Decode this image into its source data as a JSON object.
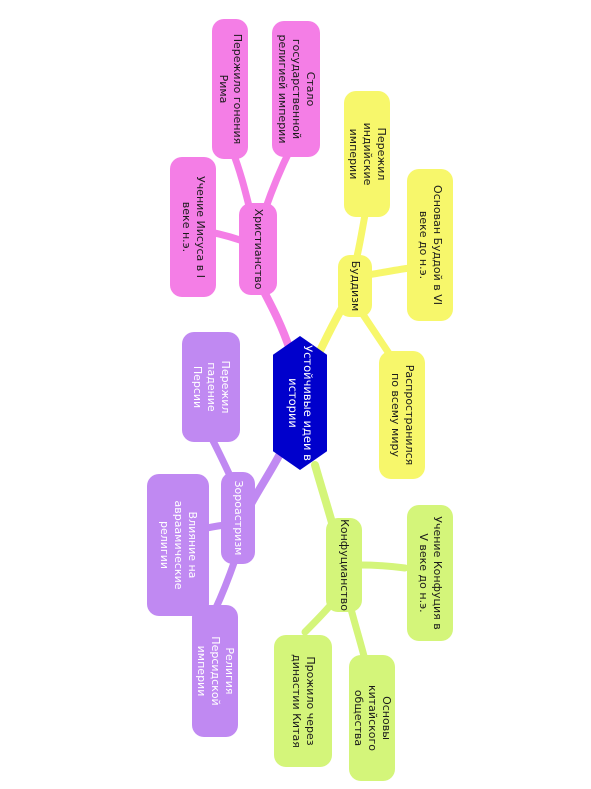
{
  "colors": {
    "root": "#0000cc",
    "christianity": "#f47ee6",
    "buddhism": "#f7f76b",
    "confucianism": "#d4f57a",
    "zoroastrianism": "#c089f2"
  },
  "root": {
    "label": "Устойчивые идеи в истории"
  },
  "branches": {
    "christianity": {
      "label": "Христианство",
      "children": [
        "Пережило гонения Рима",
        "Стало государственной религией империи",
        "Учение Иисуса в I веке н.э."
      ]
    },
    "buddhism": {
      "label": "Буддизм",
      "children": [
        "Пережил индийские империи",
        "Основан Буддой в VI веке до н.э.",
        "Распространился по всему миру"
      ]
    },
    "confucianism": {
      "label": "Конфуцианство",
      "children": [
        "Учение Конфуция в V веке до н.э.",
        "Основы китайского общества",
        "Прожило через династии Китая"
      ]
    },
    "zoroastrianism": {
      "label": "Зороастризм",
      "children": [
        "Пережил падение Персии",
        "Влияние на авраамические религии",
        "Религия Персидской империи"
      ]
    }
  }
}
